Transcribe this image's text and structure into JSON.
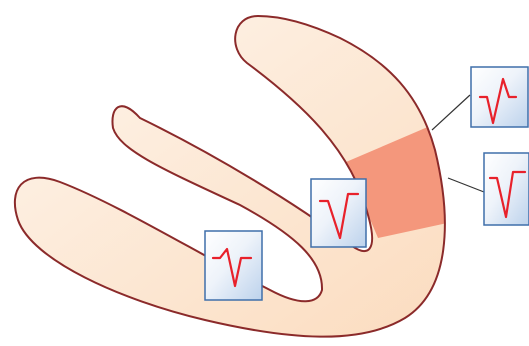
{
  "diagram": {
    "subject": "myocardial-wall-section-with-ecg-leads",
    "colors": {
      "tissue_light": "#fdf0e3",
      "tissue_mid": "#fbe0c6",
      "tissue_outline": "#8b2a2a",
      "infarct_zone": "#f4977c",
      "ecg_trace": "#e8212b",
      "box_fill_top": "#ffffff",
      "box_fill_bottom": "#c4d8ef",
      "box_border": "#3f6faa",
      "leader_line": "#333333"
    },
    "ecg_boxes": [
      {
        "id": "lead-top-right",
        "waveform": "q-wave-with-r"
      },
      {
        "id": "lead-right",
        "waveform": "deep-q-wave"
      },
      {
        "id": "lead-center",
        "waveform": "deep-q-wave"
      },
      {
        "id": "lead-lower-left",
        "waveform": "q-wave-with-r"
      }
    ]
  }
}
